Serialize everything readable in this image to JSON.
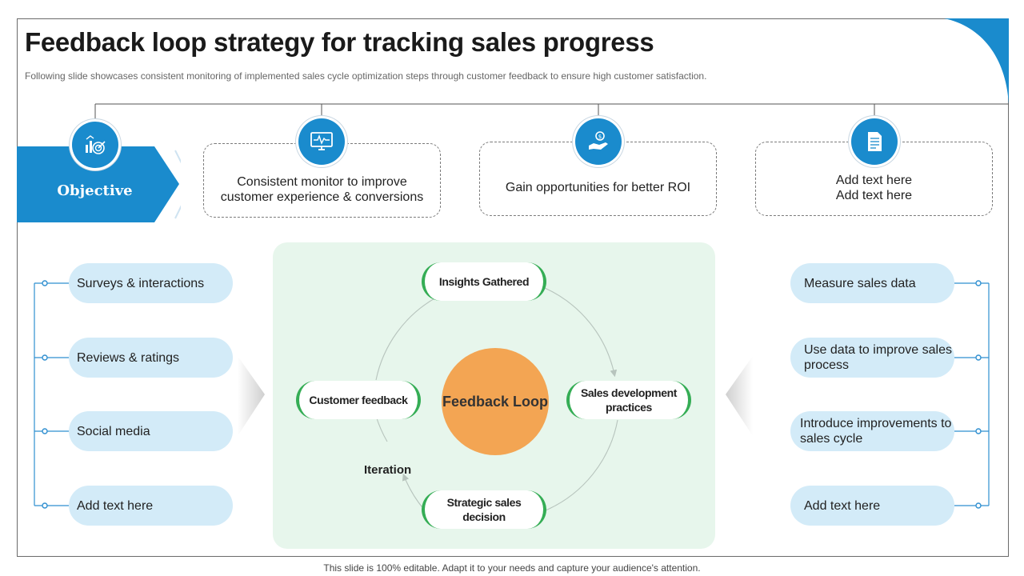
{
  "header": {
    "title": "Feedback loop strategy for tracking sales progress",
    "subtitle": "Following slide showcases consistent monitoring of implemented sales cycle optimization steps through customer feedback to ensure high customer satisfaction."
  },
  "objective": {
    "label": "Objective"
  },
  "goals": [
    {
      "text": "Consistent monitor to improve customer experience & conversions",
      "icon": "monitor-icon"
    },
    {
      "text": "Gain opportunities for better ROI",
      "icon": "hand-coin-icon"
    },
    {
      "text": "Add text here Add text here",
      "icon": "document-icon"
    }
  ],
  "left_list": [
    {
      "label": "Surveys & interactions"
    },
    {
      "label": "Reviews & ratings"
    },
    {
      "label": "Social media"
    },
    {
      "label": "Add text here"
    }
  ],
  "right_list": [
    {
      "label": "Measure sales data"
    },
    {
      "label": "Use data to improve sales process"
    },
    {
      "label": "Introduce improvements to sales cycle"
    },
    {
      "label": "Add text here"
    }
  ],
  "loop": {
    "center": "Feedback Loop",
    "stages": {
      "top": "Insights Gathered",
      "right": "Sales development practices",
      "bottom": "Strategic sales decision",
      "left": "Customer feedback"
    },
    "iteration_label": "Iteration"
  },
  "colors": {
    "accent": "#1a8bcd",
    "loop_center": "#f3a553",
    "stage_border": "#35ad55",
    "panel": "#e7f6ec",
    "pill": "#d3ebf8"
  },
  "footer": {
    "note": "This slide is 100% editable. Adapt it to your needs and capture your audience's attention."
  }
}
